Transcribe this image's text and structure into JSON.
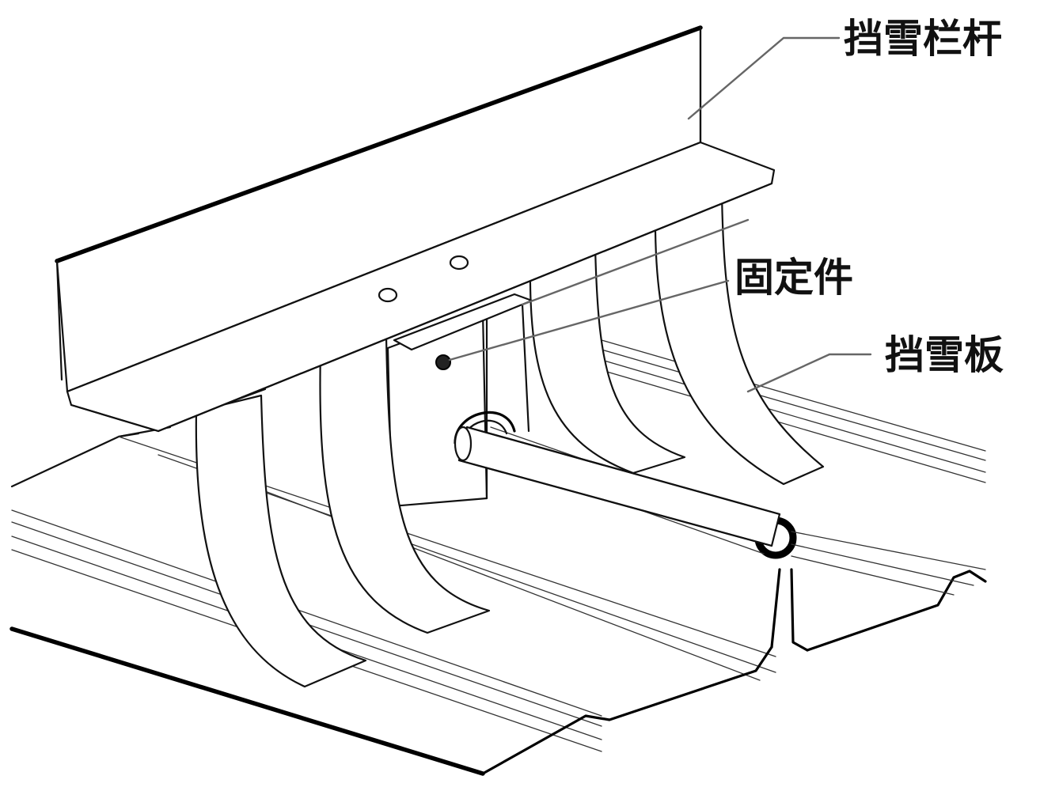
{
  "labels": {
    "snow_bar": "挡雪栏杆",
    "fastener": "固定件",
    "snow_plate": "挡雪板"
  },
  "colors": {
    "line": "#111111",
    "leader": "#666666",
    "background": "#ffffff"
  }
}
